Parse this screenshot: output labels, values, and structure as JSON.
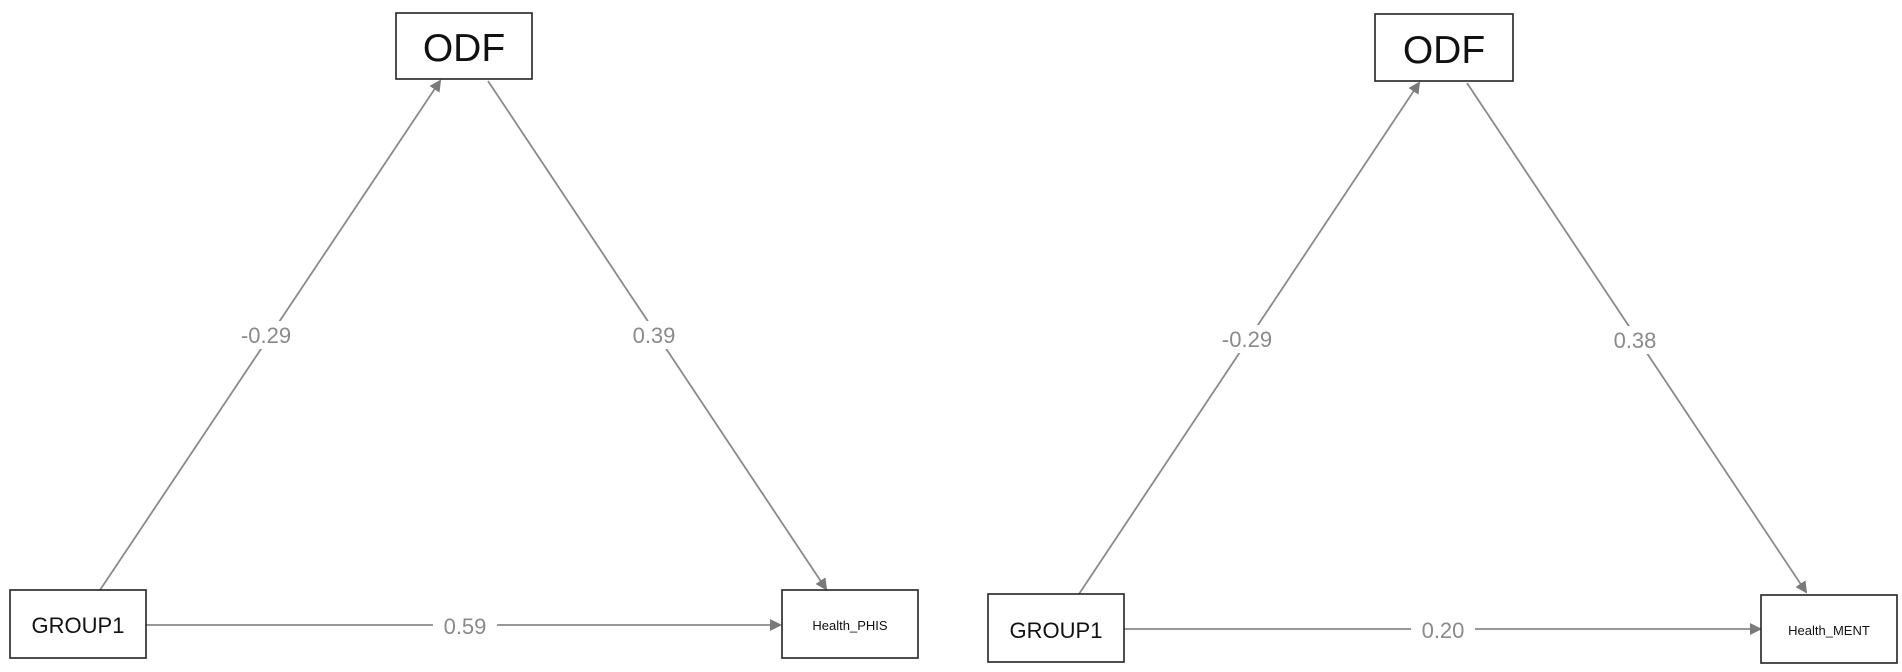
{
  "colors": {
    "edge": "#8a8a8a",
    "arrow": "#7a7a7a",
    "node_border": "#222222",
    "text": "#111111",
    "background": "#ffffff"
  },
  "diagrams": [
    {
      "nodes": {
        "mediator": "ODF",
        "predictor": "GROUP1",
        "outcome": "Health_PHIS"
      },
      "edges": {
        "predictor_to_mediator": "-0.29",
        "mediator_to_outcome": "0.39",
        "predictor_to_outcome": "0.59"
      }
    },
    {
      "nodes": {
        "mediator": "ODF",
        "predictor": "GROUP1",
        "outcome": "Health_MENT"
      },
      "edges": {
        "predictor_to_mediator": "-0.29",
        "mediator_to_outcome": "0.38",
        "predictor_to_outcome": "0.20"
      }
    }
  ]
}
